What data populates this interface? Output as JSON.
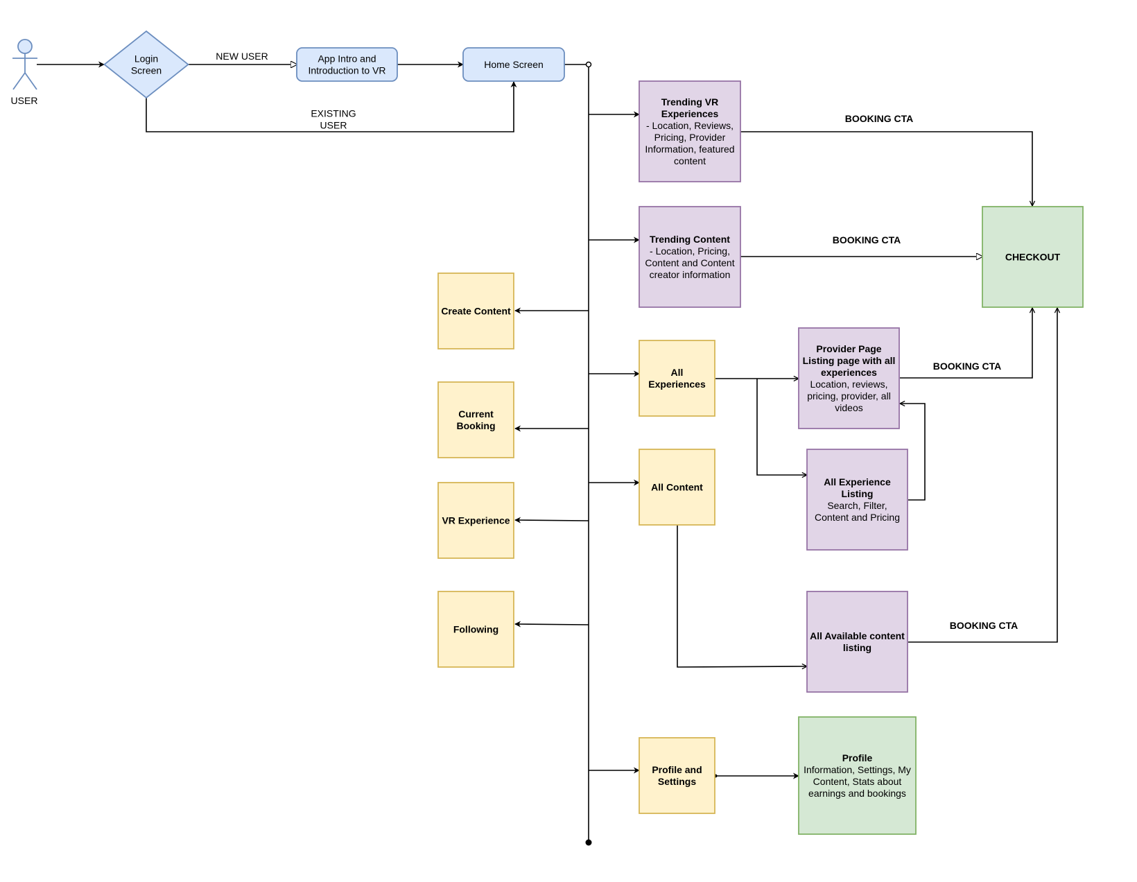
{
  "actor": {
    "label": "USER"
  },
  "colors": {
    "blue_fill": "#dae8fc",
    "blue_stroke": "#6c8ebf",
    "purple_fill": "#e1d5e7",
    "purple_stroke": "#9673a6",
    "yellow_fill": "#fff2cc",
    "yellow_stroke": "#d6b656",
    "green_fill": "#d5e8d4",
    "green_stroke": "#82b366",
    "line": "#000000"
  },
  "nodes": {
    "login": [
      "Login",
      "Screen"
    ],
    "app_intro": [
      "App Intro and",
      "Introduction to VR"
    ],
    "home": [
      "Home Screen"
    ],
    "trending_vr": {
      "title": [
        "Trending VR",
        "Experiences"
      ],
      "body": [
        "- Location, Reviews,",
        "Pricing, Provider",
        "Information, featured",
        "content"
      ]
    },
    "trending_content": {
      "title": [
        "Trending Content"
      ],
      "body": [
        "- Location, Pricing,",
        "Content and Content",
        "creator information"
      ]
    },
    "checkout": [
      "CHECKOUT"
    ],
    "create_content": [
      "Create Content"
    ],
    "current_booking": [
      "Current",
      "Booking"
    ],
    "vr_experience": [
      "VR Experience"
    ],
    "following": [
      "Following"
    ],
    "all_experiences": [
      "All",
      "Experiences"
    ],
    "all_content": [
      "All Content"
    ],
    "profile_settings": [
      "Profile and",
      "Settings"
    ],
    "provider_page": {
      "title": [
        "Provider Page",
        "Listing page with all",
        "experiences"
      ],
      "body": [
        "Location, reviews,",
        "pricing, provider, all",
        "videos"
      ]
    },
    "all_experience_listing": {
      "title": [
        "All Experience",
        "Listing"
      ],
      "body": [
        "Search, Filter,",
        "Content and Pricing"
      ]
    },
    "all_available_content": {
      "title": [
        "All Available content",
        "listing"
      ],
      "body": []
    },
    "profile": {
      "title": [
        "Profile"
      ],
      "body": [
        "Information, Settings, My",
        "Content, Stats about",
        "earnings and bookings"
      ]
    }
  },
  "edge_labels": {
    "new_user": [
      "NEW USER"
    ],
    "existing_user": [
      "EXISTING",
      "USER"
    ],
    "booking_cta_1": [
      "BOOKING CTA"
    ],
    "booking_cta_2": [
      "BOOKING CTA"
    ],
    "booking_cta_3": [
      "BOOKING CTA"
    ],
    "booking_cta_4": [
      "BOOKING CTA"
    ]
  }
}
